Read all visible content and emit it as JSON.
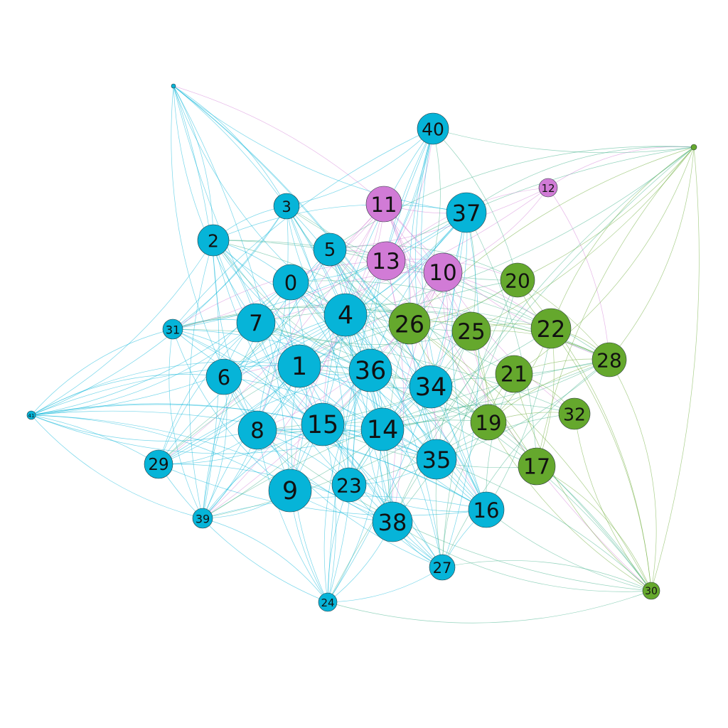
{
  "graph": {
    "colors": {
      "blue": "#06B4D8",
      "green": "#65A82D",
      "pink": "#D17BD6",
      "node_stroke": "#2b3a3f",
      "label": "#111111"
    },
    "nodes": [
      {
        "id": "0",
        "label": "0",
        "group": "blue"
      },
      {
        "id": "1",
        "label": "1",
        "group": "blue"
      },
      {
        "id": "2",
        "label": "2",
        "group": "blue"
      },
      {
        "id": "3",
        "label": "3",
        "group": "blue"
      },
      {
        "id": "4",
        "label": "4",
        "group": "blue"
      },
      {
        "id": "5",
        "label": "5",
        "group": "blue"
      },
      {
        "id": "6",
        "label": "6",
        "group": "blue"
      },
      {
        "id": "7",
        "label": "7",
        "group": "blue"
      },
      {
        "id": "8",
        "label": "8",
        "group": "blue"
      },
      {
        "id": "9",
        "label": "9",
        "group": "blue"
      },
      {
        "id": "10",
        "label": "10",
        "group": "pink"
      },
      {
        "id": "11",
        "label": "11",
        "group": "pink"
      },
      {
        "id": "12",
        "label": "12",
        "group": "pink"
      },
      {
        "id": "13",
        "label": "13",
        "group": "pink"
      },
      {
        "id": "14",
        "label": "14",
        "group": "blue"
      },
      {
        "id": "15",
        "label": "15",
        "group": "blue"
      },
      {
        "id": "16",
        "label": "16",
        "group": "blue"
      },
      {
        "id": "17",
        "label": "17",
        "group": "green"
      },
      {
        "id": "18",
        "label": "",
        "group": "green"
      },
      {
        "id": "19",
        "label": "19",
        "group": "green"
      },
      {
        "id": "20",
        "label": "20",
        "group": "green"
      },
      {
        "id": "21",
        "label": "21",
        "group": "green"
      },
      {
        "id": "22",
        "label": "22",
        "group": "green"
      },
      {
        "id": "23",
        "label": "23",
        "group": "blue"
      },
      {
        "id": "24",
        "label": "24",
        "group": "blue"
      },
      {
        "id": "25",
        "label": "25",
        "group": "green"
      },
      {
        "id": "26",
        "label": "26",
        "group": "green"
      },
      {
        "id": "27",
        "label": "27",
        "group": "blue"
      },
      {
        "id": "28",
        "label": "28",
        "group": "green"
      },
      {
        "id": "29",
        "label": "29",
        "group": "blue"
      },
      {
        "id": "30",
        "label": "30",
        "group": "green"
      },
      {
        "id": "31",
        "label": "31",
        "group": "blue"
      },
      {
        "id": "32",
        "label": "32",
        "group": "green"
      },
      {
        "id": "33",
        "label": "",
        "group": "blue"
      },
      {
        "id": "34",
        "label": "34",
        "group": "blue"
      },
      {
        "id": "35",
        "label": "35",
        "group": "blue"
      },
      {
        "id": "36",
        "label": "36",
        "group": "blue"
      },
      {
        "id": "37",
        "label": "37",
        "group": "blue"
      },
      {
        "id": "38",
        "label": "38",
        "group": "blue"
      },
      {
        "id": "39",
        "label": "39",
        "group": "blue"
      },
      {
        "id": "40",
        "label": "40",
        "group": "blue"
      },
      {
        "id": "41",
        "label": "41",
        "group": "blue"
      }
    ]
  }
}
